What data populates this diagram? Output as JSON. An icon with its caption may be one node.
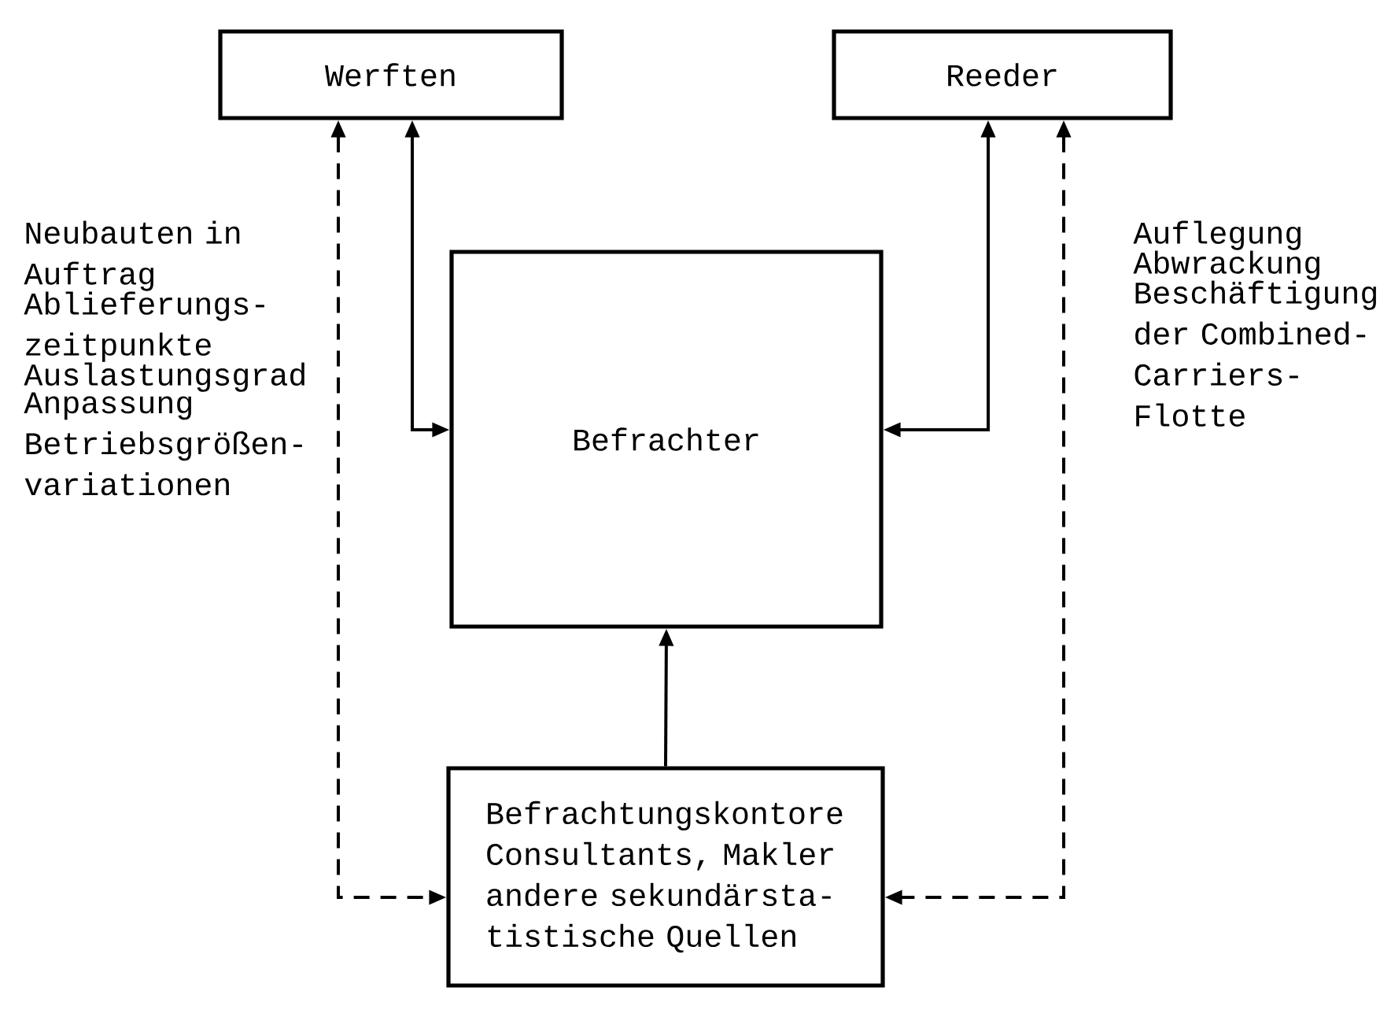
{
  "diagram": {
    "nodes": [
      {
        "text": [
          "Werften"
        ]
      },
      {
        "text": [
          "Reeder"
        ]
      },
      {
        "text": [
          "Befrachter"
        ]
      },
      {
        "text": [
          "Befrachtungskontore",
          "Consultants, Makler",
          "andere sekundärsta- tistische Quellen"
        ]
      }
    ],
    "edges": [
      {
        "from": 0,
        "to": 2,
        "arrow": "both"
      },
      {
        "from": 0,
        "to": 3,
        "arrow": "both",
        "style": "dashed"
      },
      {
        "from": 1,
        "to": 2,
        "arrow": "both"
      },
      {
        "from": 1,
        "to": 3,
        "arrow": "both",
        "style": "dashed"
      },
      {
        "from": 3,
        "to": 2,
        "arrow": "to"
      }
    ],
    "labels": [
      "Neubauten in Auftrag",
      "Ablieferungs- zeitpunkte",
      "Auslastungsgrad",
      "Anpassung Betriebsgrößen- variationen",
      "Auflegung",
      "Abwrackung",
      "Beschäftigung der Combined- Carriers- Flotte"
    ]
  }
}
